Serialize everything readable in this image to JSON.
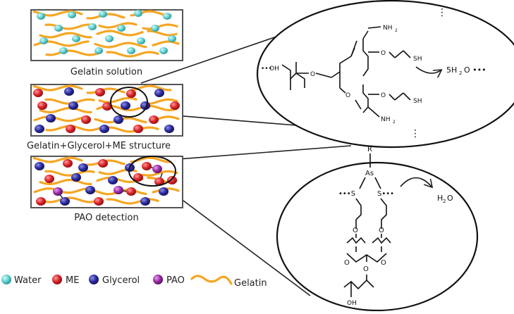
{
  "panels": {
    "solution_caption": "Gelatin solution",
    "structure_caption": "Gelatin+Glycerol+ME structure",
    "detection_caption": "PAO detection"
  },
  "top_zoom": {
    "oh_label": "OH",
    "dots_left": "•••",
    "nh2_top": "NH",
    "nh2_bottom": "NH",
    "sub2": "2",
    "sh_top": "SH",
    "sh_bottom": "SH",
    "o_label": "O",
    "product_text": "5H",
    "product_tail": "O •••",
    "vdots": "⋮"
  },
  "bottom_zoom": {
    "r_label": "R",
    "as_label": "As",
    "s_left": "•••S",
    "s_right": "S•••",
    "o_label": "O",
    "oh_label": "OH",
    "water_h": "H",
    "water_sub": "2",
    "water_o": "O"
  },
  "legend": {
    "water": "Water",
    "me": "ME",
    "glycerol": "Glycerol",
    "pao": "PAO",
    "gelatin": "Gelatin"
  },
  "colors": {
    "gelatin": "#f5a623",
    "water": "#5ecfd0",
    "me": "#d8232a",
    "glycerol": "#2a2a9e",
    "pao": "#9a2aa5"
  }
}
